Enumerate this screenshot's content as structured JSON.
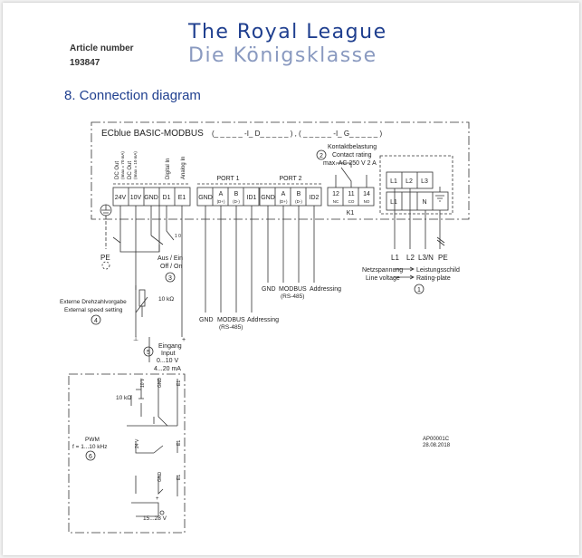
{
  "header": {
    "article_label": "Article number",
    "article_number": "193847",
    "brand_line1": "The Royal League",
    "brand_line2": "Die Königsklasse",
    "brand_color1": "#1f3f8f",
    "brand_color2": "#8a9ac0"
  },
  "section": {
    "title": "8.  Connection diagram",
    "color": "#1f3f8f"
  },
  "diagram": {
    "device_title": "ECblue BASIC-MODBUS",
    "device_suffix": "(_ _ _ _ _ -I_ D_ _ _ _ _ ) , ( _ _ _ _ _ -I_ G_ _ _ _ _ )",
    "vertical_labels": {
      "dcout1": "DC Out",
      "dcout1_sub": "(Imax = 70 mA)",
      "dcout2": "DC Out",
      "dcout2_sub": "(Imax = 10 mA)",
      "digital_in": "Digital In",
      "analog_in": "Analog In"
    },
    "terminals_left": [
      "24V",
      "10V",
      "GND",
      "D1",
      "E1"
    ],
    "port1": {
      "label": "PORT 1",
      "terminals": [
        "GND",
        "A",
        "B",
        "ID1"
      ],
      "subs": [
        "",
        "(D+)",
        "(D-)",
        ""
      ]
    },
    "port2": {
      "label": "PORT 2",
      "terminals": [
        "GND",
        "A",
        "B",
        "ID2"
      ],
      "subs": [
        "",
        "(D+)",
        "(D-)",
        ""
      ]
    },
    "relay": {
      "terminals": [
        "12",
        "11",
        "14"
      ],
      "subs": [
        "NC",
        "CO",
        "NO"
      ],
      "name": "K1",
      "num": "2",
      "line1": "Kontaktbelastung",
      "line2": "Contact rating",
      "line3": "max. AC 250 V 2 A"
    },
    "power": {
      "top_terminals": [
        "L1",
        "L2",
        "L3"
      ],
      "bottom_terminals": [
        "L1",
        "",
        "N"
      ],
      "lines": [
        "L1",
        "L2",
        "L3/N",
        "PE"
      ],
      "label_de": "Netzspannung",
      "label_en": "Line voltage",
      "plate_de": "Leistungsschild",
      "plate_en": "Rating-plate",
      "num": "1"
    },
    "pe_label": "PE",
    "switch": {
      "de": "Aus / Ein",
      "en": "Off / On",
      "num": "3",
      "contacts": "1 0"
    },
    "speed": {
      "de": "Externe Drehzahlvorgabe",
      "en": "External speed setting",
      "num": "4",
      "pot": "10 kΩ"
    },
    "input": {
      "num": "5",
      "de": "Eingang",
      "en": "Input",
      "range1": "0...10 V",
      "range2": "4...20 mA",
      "minus": "⊥",
      "plus": "+"
    },
    "port1_labels": {
      "gnd": "GND",
      "modbus": "MODBUS",
      "rs485": "(RS-485)",
      "addressing": "Addressing"
    },
    "port2_labels": {
      "gnd": "GND",
      "modbus": "MODBUS",
      "rs485": "(RS-485)",
      "addressing": "Addressing"
    },
    "detail": {
      "pot": "10 kΩ",
      "v10": "10 V",
      "gnd": "GND",
      "e1": "E1",
      "pwm": "PWM",
      "freq": "f = 1...10 kHz",
      "v24": "24 V",
      "num": "6",
      "supply": "15...28 V",
      "plus": "+"
    },
    "ref": {
      "code": "AP00001C",
      "date": "28.08.2018"
    }
  }
}
